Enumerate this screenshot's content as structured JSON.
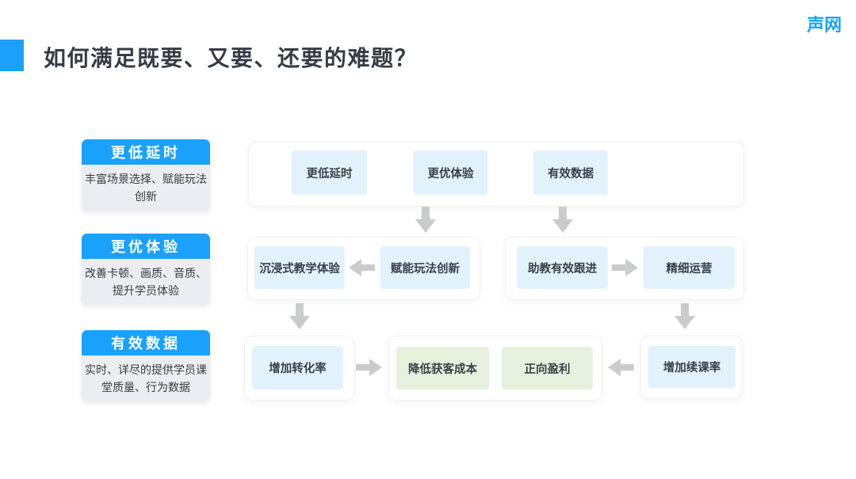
{
  "slide": {
    "title": "如何满足既要、又要、还要的难题？",
    "logo": "声网"
  },
  "sidebar": {
    "cards": [
      {
        "title": "更低延时",
        "desc": "丰富场景选择、赋能玩法创新"
      },
      {
        "title": "更优体验",
        "desc": "改善卡顿、画质、音质、提升学员体验"
      },
      {
        "title": "有效数据",
        "desc": "实时、详尽的提供学员课堂质量、行为数据"
      }
    ]
  },
  "flow": {
    "capabilities": [
      "更低延时",
      "更优体验",
      "有效数据"
    ],
    "teaching": {
      "result": "沉浸式教学体验",
      "source": "赋能玩法创新"
    },
    "operation": {
      "source": "助教有效跟进",
      "result": "精细运营"
    },
    "bottom": {
      "conversion": "增加转化率",
      "cost": "降低获客成本",
      "profit": "正向盈利",
      "renewal": "增加续课率"
    }
  },
  "colors": {
    "accent_blue": "#1BA1FC",
    "node_blue": "#E1F2FD",
    "node_green": "#E5F1DC",
    "arrow_gray": "#C9CBCD",
    "sidebar_body_gray": "#ECEDF1"
  }
}
